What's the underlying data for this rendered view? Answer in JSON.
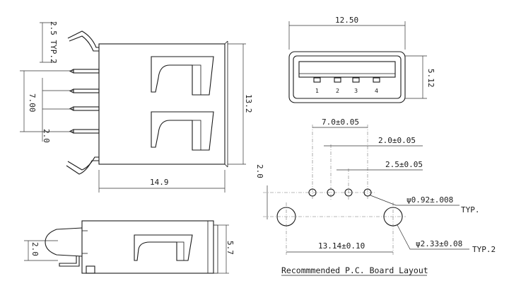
{
  "side_view": {
    "pin_pitch_typ": "2.5 TYP.2",
    "span": "7.00",
    "pin_offset": "2.0",
    "height": "13.2",
    "length": "14.9"
  },
  "front_view": {
    "width": "12.50",
    "height": "5.12",
    "pins": [
      "1",
      "2",
      "3",
      "4"
    ]
  },
  "top_view": {
    "pin_offset": "2.0",
    "height": "5.7"
  },
  "pcb_layout": {
    "pitch_total": "7.0±0.05",
    "pitch_middle": "2.0±0.05",
    "pitch_outer": "2.5±0.05",
    "row_offset": "2.0",
    "signal_hole": "ψ0.92±.008",
    "signal_hole_note": "TYP.",
    "mount_spacing": "13.14±0.10",
    "mount_hole": "ψ2.33±0.08",
    "mount_hole_note": "TYP.2",
    "title": "Recommmended P.C. Board Layout"
  }
}
